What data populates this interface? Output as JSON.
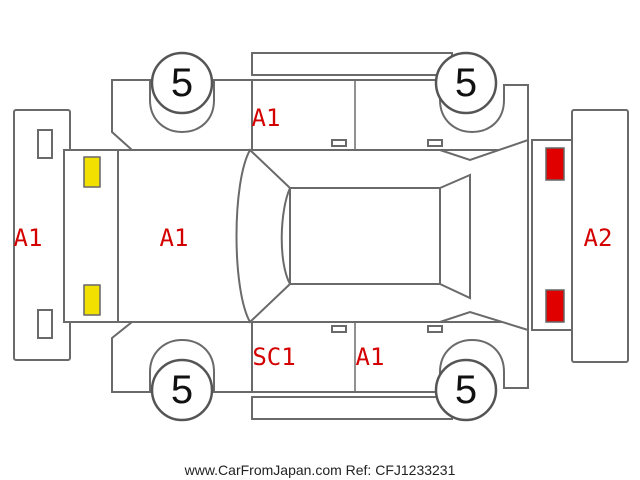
{
  "tires": {
    "front_left": "5",
    "front_right": "5",
    "rear_left": "5",
    "rear_right": "5"
  },
  "labels": {
    "front_bumper": "A1",
    "hood": "A1",
    "roof_door_upper": "A1",
    "rocker_left": "SC1",
    "rear_door_lower": "A1",
    "rear_bumper": "A2"
  },
  "marker_colors": {
    "front_lights": "#f2e000",
    "rear_lights": "#e00000"
  },
  "footer": {
    "text": "www.CarFromJapan.com Ref: CFJ1233231"
  }
}
